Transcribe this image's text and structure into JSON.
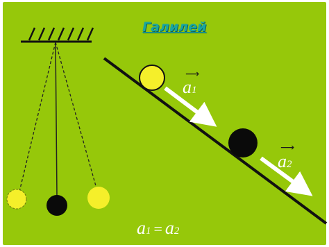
{
  "title": "Галилей",
  "labels": {
    "a_symbol": "a",
    "sub_one": "1",
    "sub_two": "2",
    "equals": "="
  },
  "colors": {
    "background": "#96c80a",
    "yellow_ball": "#f5ef2a",
    "black_ball": "#0a0a0a",
    "arrow": "#ffffff",
    "line": "#111111",
    "title": "#1aa6a0"
  },
  "icons": {
    "ceiling": "hatched-ceiling-icon",
    "arrow": "acceleration-arrow-icon"
  }
}
